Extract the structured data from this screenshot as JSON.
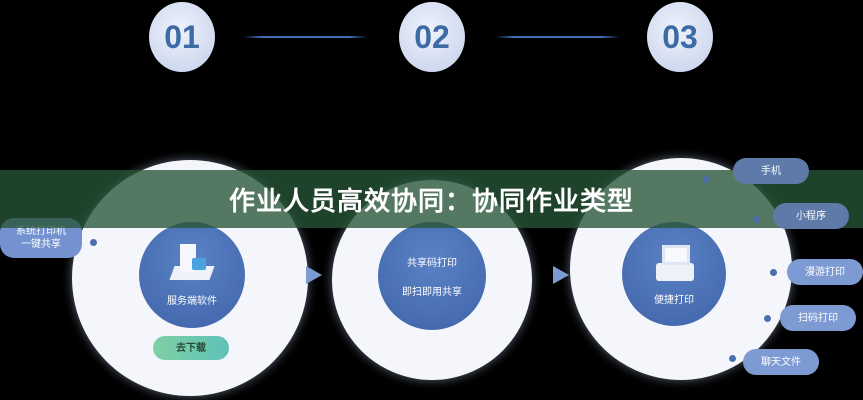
{
  "steps": [
    "01",
    "02",
    "03"
  ],
  "banner_title": "作业人员高效协同：协同作业类型",
  "left": {
    "label": "服务端软件",
    "button": "去下载",
    "side_pill": [
      "系统打印机",
      "一键共享"
    ]
  },
  "middle": {
    "line1": "共享码打印",
    "line2": "即扫即用共享"
  },
  "right": {
    "label": "便捷打印",
    "pills": [
      "手机",
      "小程序",
      "漫游打印",
      "扫码打印",
      "聊天文件"
    ]
  },
  "colors": {
    "accent": "#4a6eae",
    "banner": "#285537",
    "button": "#6fc7a6"
  }
}
